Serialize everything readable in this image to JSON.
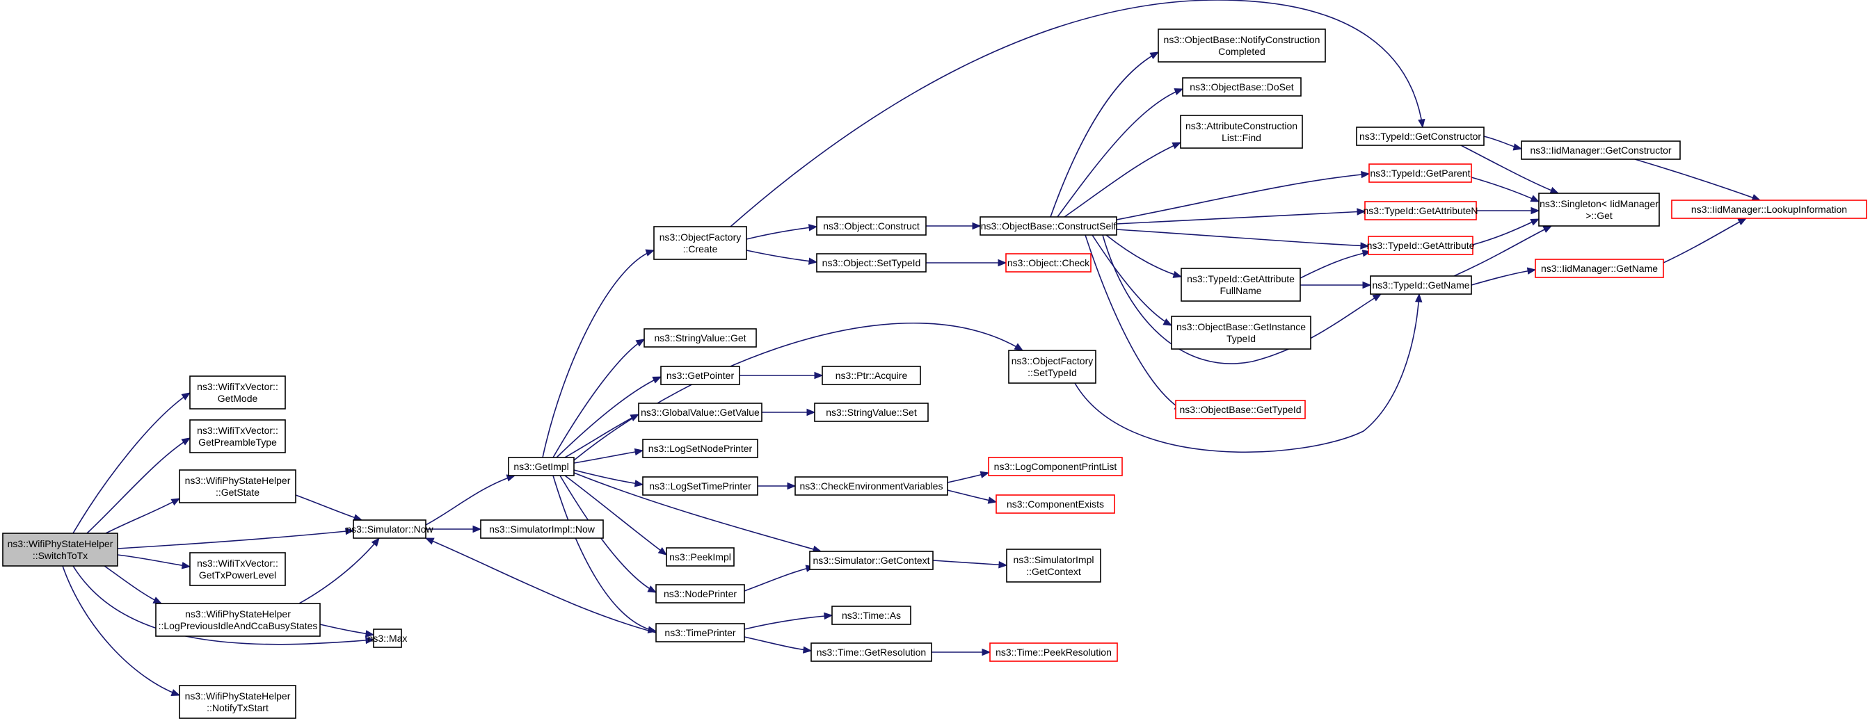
{
  "graph": {
    "colors": {
      "edge": "#191970",
      "node_border": "#000000",
      "truncated_border": "#ff0000",
      "root_fill": "#bfbfbf",
      "node_fill": "#ffffff"
    },
    "nodes": [
      {
        "id": "root",
        "lines": [
          "ns3::WifiPhyStateHelper",
          "::SwitchToTx"
        ],
        "style": "root"
      },
      {
        "id": "getmode",
        "lines": [
          "ns3::WifiTxVector::",
          "GetMode"
        ],
        "style": "normal"
      },
      {
        "id": "getpreamble",
        "lines": [
          "ns3::WifiTxVector::",
          "GetPreambleType"
        ],
        "style": "normal"
      },
      {
        "id": "getstate",
        "lines": [
          "ns3::WifiPhyStateHelper",
          "::GetState"
        ],
        "style": "normal"
      },
      {
        "id": "gettxpower",
        "lines": [
          "ns3::WifiTxVector::",
          "GetTxPowerLevel"
        ],
        "style": "normal"
      },
      {
        "id": "logprev",
        "lines": [
          "ns3::WifiPhyStateHelper",
          "::LogPreviousIdleAndCcaBusyStates"
        ],
        "style": "normal"
      },
      {
        "id": "notifytx",
        "lines": [
          "ns3::WifiPhyStateHelper",
          "::NotifyTxStart"
        ],
        "style": "normal"
      },
      {
        "id": "simnow",
        "lines": [
          "ns3::Simulator::Now"
        ],
        "style": "normal"
      },
      {
        "id": "max",
        "lines": [
          "ns3::Max"
        ],
        "style": "normal"
      },
      {
        "id": "getimpl",
        "lines": [
          "ns3::GetImpl"
        ],
        "style": "normal"
      },
      {
        "id": "simimplnow",
        "lines": [
          "ns3::SimulatorImpl::Now"
        ],
        "style": "normal"
      },
      {
        "id": "objfactcreate",
        "lines": [
          "ns3::ObjectFactory",
          "::Create"
        ],
        "style": "normal"
      },
      {
        "id": "strvalget",
        "lines": [
          "ns3::StringValue::Get"
        ],
        "style": "normal"
      },
      {
        "id": "getpointer",
        "lines": [
          "ns3::GetPointer"
        ],
        "style": "normal"
      },
      {
        "id": "globalvalget",
        "lines": [
          "ns3::GlobalValue::GetValue"
        ],
        "style": "normal"
      },
      {
        "id": "logsetnode",
        "lines": [
          "ns3::LogSetNodePrinter"
        ],
        "style": "normal"
      },
      {
        "id": "logsettime",
        "lines": [
          "ns3::LogSetTimePrinter"
        ],
        "style": "normal"
      },
      {
        "id": "peekimpl",
        "lines": [
          "ns3::PeekImpl"
        ],
        "style": "normal"
      },
      {
        "id": "nodeprinter",
        "lines": [
          "ns3::NodePrinter"
        ],
        "style": "normal"
      },
      {
        "id": "timeprinter",
        "lines": [
          "ns3::TimePrinter"
        ],
        "style": "normal"
      },
      {
        "id": "objconstruct",
        "lines": [
          "ns3::Object::Construct"
        ],
        "style": "normal"
      },
      {
        "id": "objsettypeid",
        "lines": [
          "ns3::Object::SetTypeId"
        ],
        "style": "normal"
      },
      {
        "id": "ptracquire",
        "lines": [
          "ns3::Ptr::Acquire"
        ],
        "style": "normal"
      },
      {
        "id": "strvalset",
        "lines": [
          "ns3::StringValue::Set"
        ],
        "style": "normal"
      },
      {
        "id": "checkenv",
        "lines": [
          "ns3::CheckEnvironmentVariables"
        ],
        "style": "normal"
      },
      {
        "id": "simgetctx",
        "lines": [
          "ns3::Simulator::GetContext"
        ],
        "style": "normal"
      },
      {
        "id": "timeas",
        "lines": [
          "ns3::Time::As"
        ],
        "style": "normal"
      },
      {
        "id": "timegetres",
        "lines": [
          "ns3::Time::GetResolution"
        ],
        "style": "normal"
      },
      {
        "id": "objbaseconstructself",
        "lines": [
          "ns3::ObjectBase::ConstructSelf"
        ],
        "style": "normal"
      },
      {
        "id": "objcheck",
        "lines": [
          "ns3::Object::Check"
        ],
        "style": "truncated"
      },
      {
        "id": "objfactsettypeid",
        "lines": [
          "ns3::ObjectFactory",
          "::SetTypeId"
        ],
        "style": "normal"
      },
      {
        "id": "logcomplist",
        "lines": [
          "ns3::LogComponentPrintList"
        ],
        "style": "truncated"
      },
      {
        "id": "compexists",
        "lines": [
          "ns3::ComponentExists"
        ],
        "style": "truncated"
      },
      {
        "id": "simimplgetctx",
        "lines": [
          "ns3::SimulatorImpl",
          "::GetContext"
        ],
        "style": "normal"
      },
      {
        "id": "timepeekres",
        "lines": [
          "ns3::Time::PeekResolution"
        ],
        "style": "truncated"
      },
      {
        "id": "notifyconstr",
        "lines": [
          "ns3::ObjectBase::NotifyConstruction",
          "Completed"
        ],
        "style": "normal"
      },
      {
        "id": "objbasedoset",
        "lines": [
          "ns3::ObjectBase::DoSet"
        ],
        "style": "normal"
      },
      {
        "id": "attrconstrfind",
        "lines": [
          "ns3::AttributeConstruction",
          "List::Find"
        ],
        "style": "normal"
      },
      {
        "id": "typeidgetattrfull",
        "lines": [
          "ns3::TypeId::GetAttribute",
          "FullName"
        ],
        "style": "normal"
      },
      {
        "id": "getinstancetypeid",
        "lines": [
          "ns3::ObjectBase::GetInstance",
          "TypeId"
        ],
        "style": "normal"
      },
      {
        "id": "objbasegettypeid",
        "lines": [
          "ns3::ObjectBase::GetTypeId"
        ],
        "style": "truncated"
      },
      {
        "id": "typeidgetconstructor",
        "lines": [
          "ns3::TypeId::GetConstructor"
        ],
        "style": "normal"
      },
      {
        "id": "typeidgetparent",
        "lines": [
          "ns3::TypeId::GetParent"
        ],
        "style": "truncated"
      },
      {
        "id": "typeidgetattrn",
        "lines": [
          "ns3::TypeId::GetAttributeN"
        ],
        "style": "truncated"
      },
      {
        "id": "typeidgetattr",
        "lines": [
          "ns3::TypeId::GetAttribute"
        ],
        "style": "truncated"
      },
      {
        "id": "typeidgetname",
        "lines": [
          "ns3::TypeId::GetName"
        ],
        "style": "normal"
      },
      {
        "id": "iidgetconstructor",
        "lines": [
          "ns3::IidManager::GetConstructor"
        ],
        "style": "normal"
      },
      {
        "id": "singleton",
        "lines": [
          "ns3::Singleton< IidManager",
          ">::Get"
        ],
        "style": "normal"
      },
      {
        "id": "iidgetname",
        "lines": [
          "ns3::IidManager::GetName"
        ],
        "style": "truncated"
      },
      {
        "id": "iidlookup",
        "lines": [
          "ns3::IidManager::LookupInformation"
        ],
        "style": "truncated"
      }
    ]
  }
}
